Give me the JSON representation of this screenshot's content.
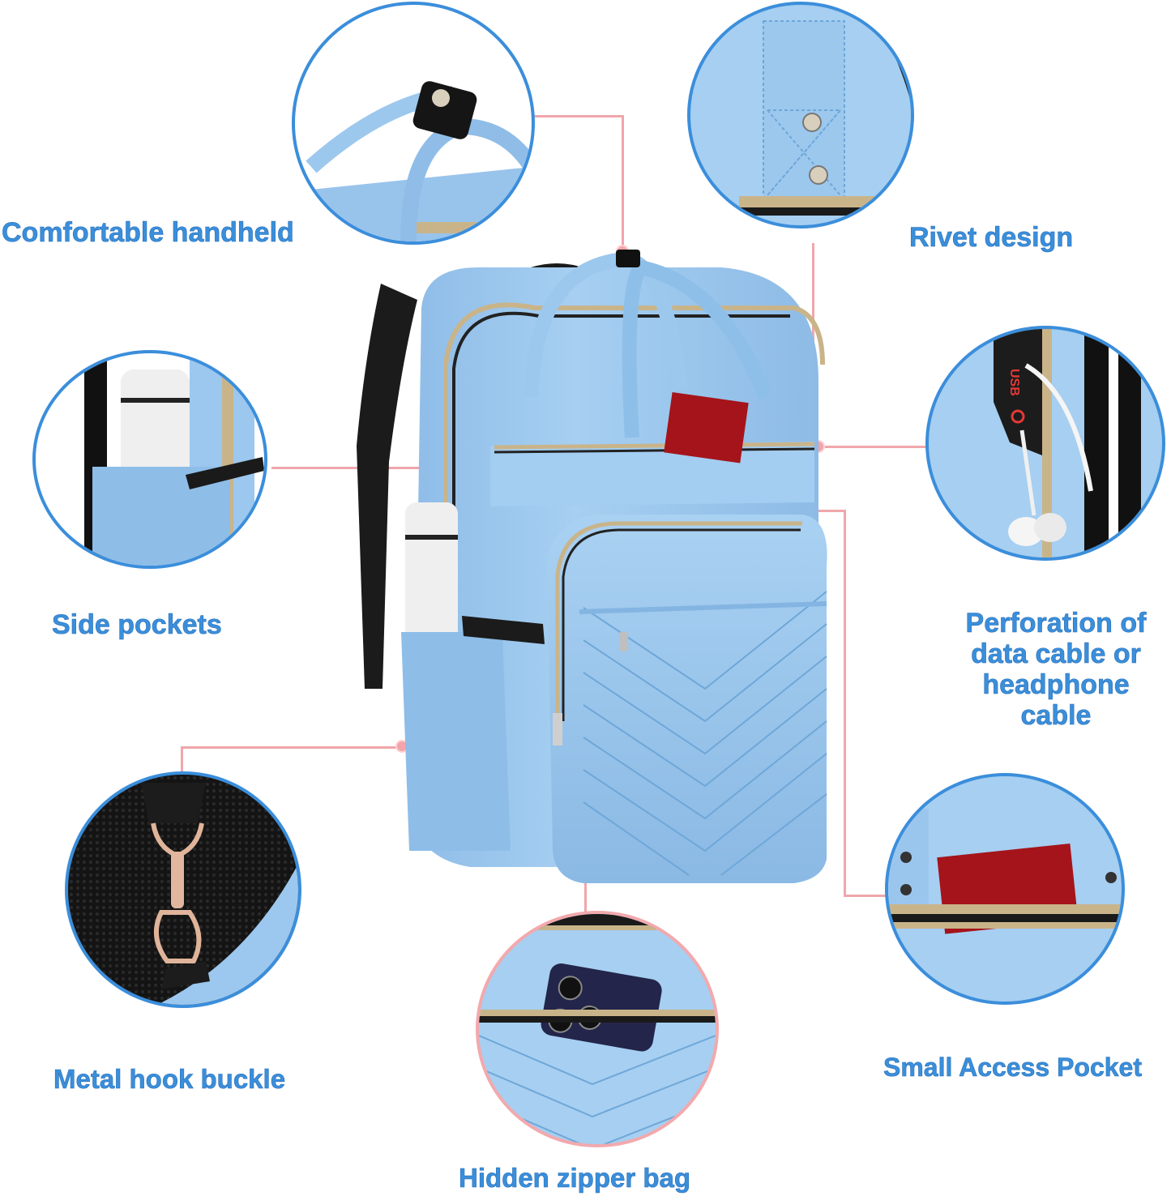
{
  "product": {
    "color_name": "light blue",
    "colors": {
      "label_text": "#3a8fdb",
      "circle_border": "#3b8edb",
      "circle_border_highlight": "#f2a9ad",
      "connector": "#f0a6ab",
      "bag_body": "#9cc9ee",
      "bag_shadow": "#7fb3e0",
      "strap": "#1a1a1a",
      "zipper": "#c9b48a",
      "passport": "#a5141a"
    }
  },
  "callouts": [
    {
      "id": "handle",
      "label": "Comfortable handheld",
      "icon": "handle-loop-icon"
    },
    {
      "id": "rivet",
      "label": "Rivet design",
      "icon": "rivet-icon"
    },
    {
      "id": "side_pockets",
      "label": "Side pockets",
      "icon": "bottle-icon"
    },
    {
      "id": "cable_port",
      "label_lines": [
        "Perforation of",
        "data cable or",
        "headphone",
        "cable"
      ],
      "icon": "usb-port-icon",
      "port_labels": [
        "USB"
      ]
    },
    {
      "id": "hook",
      "label": "Metal hook buckle",
      "icon": "hook-buckle-icon"
    },
    {
      "id": "hidden_zipper",
      "label": "Hidden zipper bag",
      "icon": "phone-icon"
    },
    {
      "id": "access_pocket",
      "label": "Small Access Pocket",
      "icon": "passport-icon"
    }
  ]
}
